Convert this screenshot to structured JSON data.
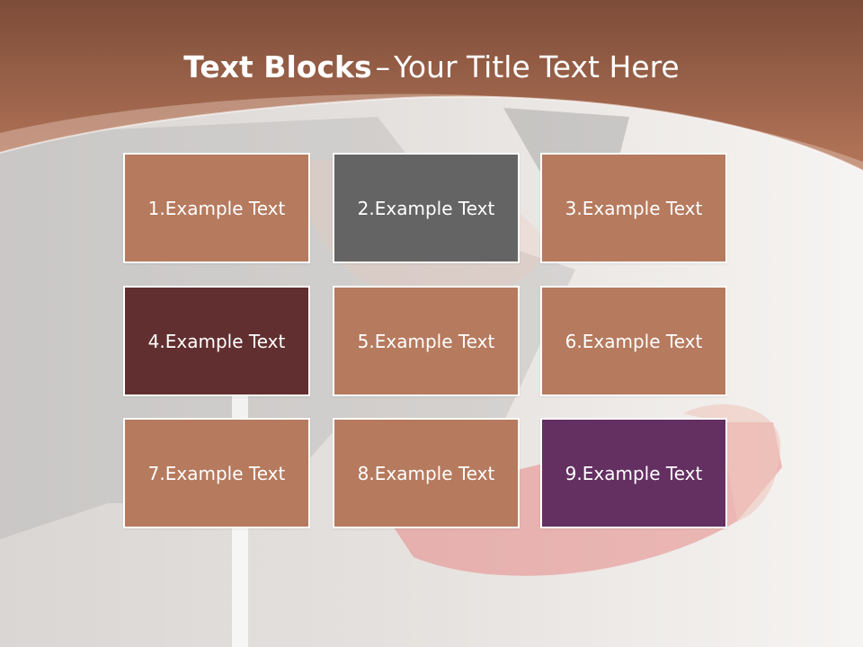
{
  "slide": {
    "title_bold": "Text Blocks",
    "title_separator": "–",
    "title_rest": "Your Title Text Here"
  },
  "blocks": [
    {
      "label": "1.Example Text",
      "color": "#b67a5e"
    },
    {
      "label": "2.Example Text",
      "color": "#656464"
    },
    {
      "label": "3.Example Text",
      "color": "#b67a5e"
    },
    {
      "label": "4.Example Text",
      "color": "#622f30"
    },
    {
      "label": "5.Example Text",
      "color": "#b67a5e"
    },
    {
      "label": "6.Example Text",
      "color": "#b67a5e"
    },
    {
      "label": "7.Example Text",
      "color": "#b67a5e"
    },
    {
      "label": "8.Example Text",
      "color": "#b67a5e"
    },
    {
      "label": "9.Example Text",
      "color": "#643062"
    }
  ],
  "colors": {
    "header_top": "#7d4c38",
    "header_bottom": "#b5765a",
    "background": "#f3f1ef"
  }
}
